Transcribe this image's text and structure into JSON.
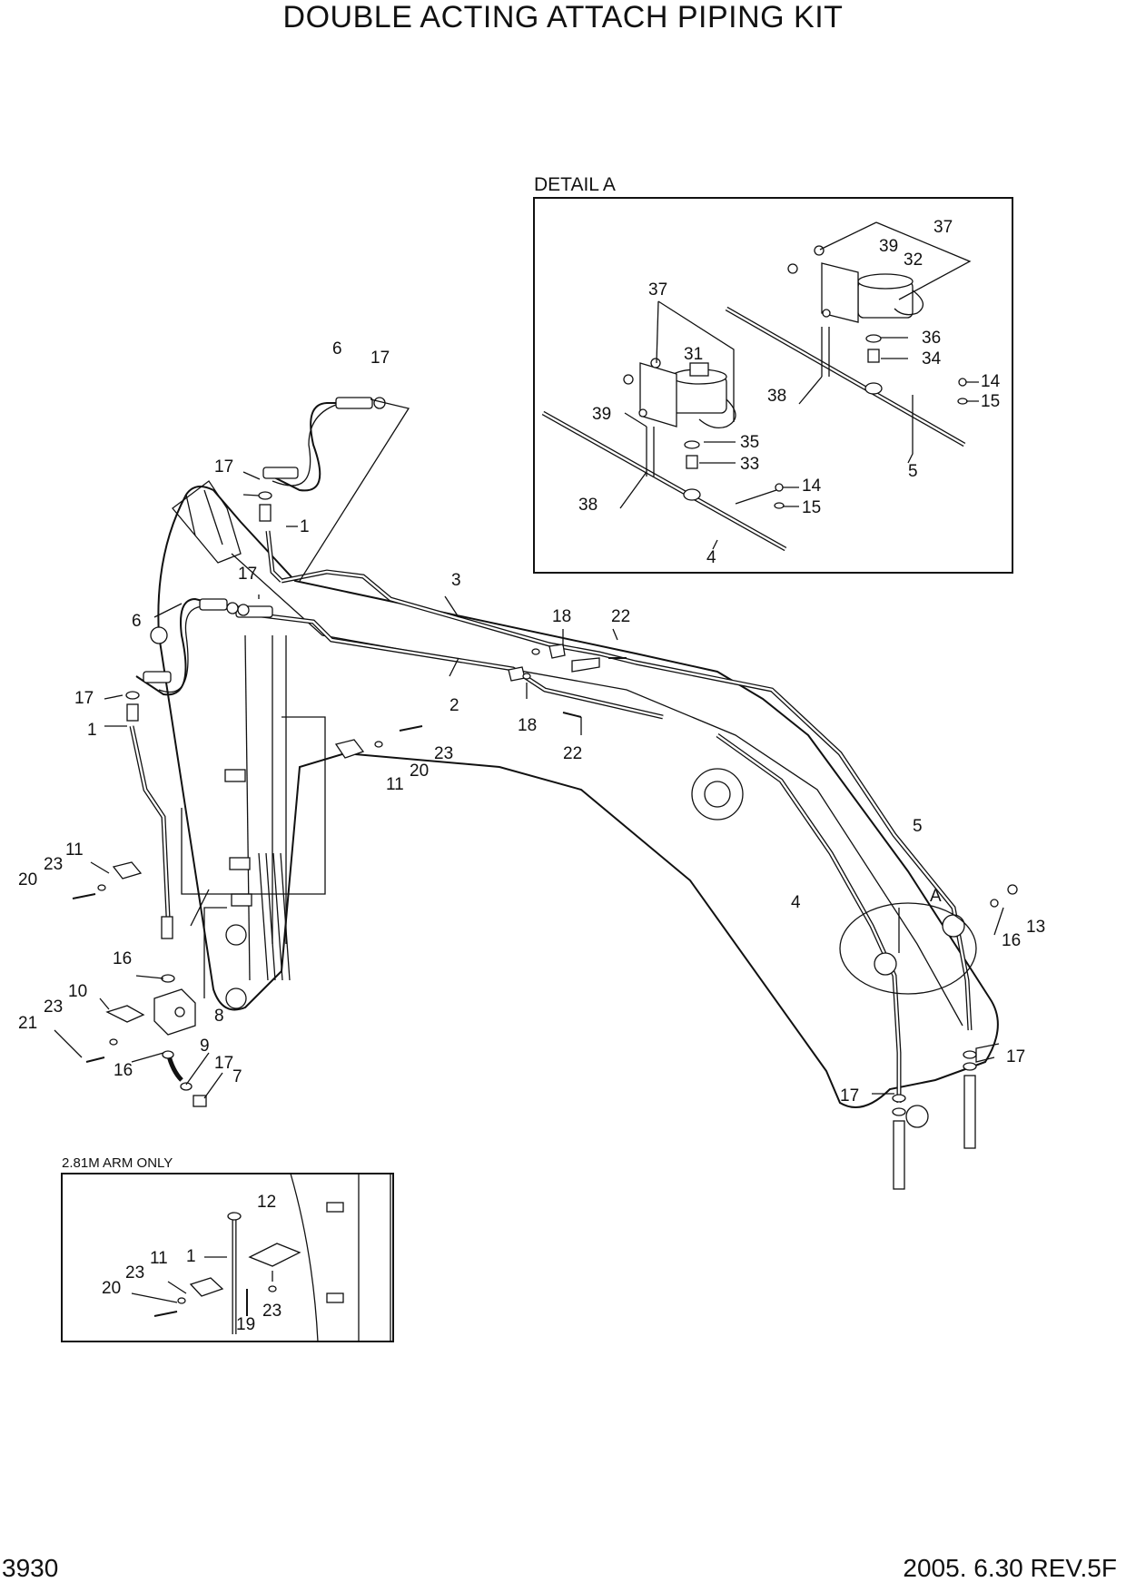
{
  "title": "DOUBLE ACTING ATTACH PIPING KIT",
  "page_number": "3930",
  "revision": "2005. 6.30  REV.5F",
  "detail_caption": "DETAIL  A",
  "inset_caption": "2.81M ARM ONLY",
  "detail_marker": "A",
  "callouts": {
    "c1a": "1",
    "c1b": "1",
    "c1c": "1",
    "c2": "2",
    "c3": "3",
    "c4a": "4",
    "c4b": "4",
    "c5a": "5",
    "c5b": "5",
    "c6a": "6",
    "c6b": "6",
    "c7": "7",
    "c8": "8",
    "c9": "9",
    "c10": "10",
    "c11a": "11",
    "c11b": "11",
    "c11c": "11",
    "c12": "12",
    "c13": "13",
    "c14a": "14",
    "c14b": "14",
    "c15a": "15",
    "c15b": "15",
    "c16a": "16",
    "c16b": "16",
    "c16c": "16",
    "c17a": "17",
    "c17b": "17",
    "c17c": "17",
    "c17d": "17",
    "c17e": "17",
    "c17f": "17",
    "c17g": "17",
    "c18a": "18",
    "c18b": "18",
    "c19": "19",
    "c20a": "20",
    "c20b": "20",
    "c20c": "20",
    "c21": "21",
    "c22a": "22",
    "c22b": "22",
    "c23a": "23",
    "c23b": "23",
    "c23c": "23",
    "c23d": "23",
    "c23e": "23",
    "c31": "31",
    "c32": "32",
    "c33": "33",
    "c34": "34",
    "c35": "35",
    "c36": "36",
    "c37a": "37",
    "c37b": "37",
    "c38a": "38",
    "c38b": "38",
    "c39a": "39",
    "c39b": "39"
  }
}
